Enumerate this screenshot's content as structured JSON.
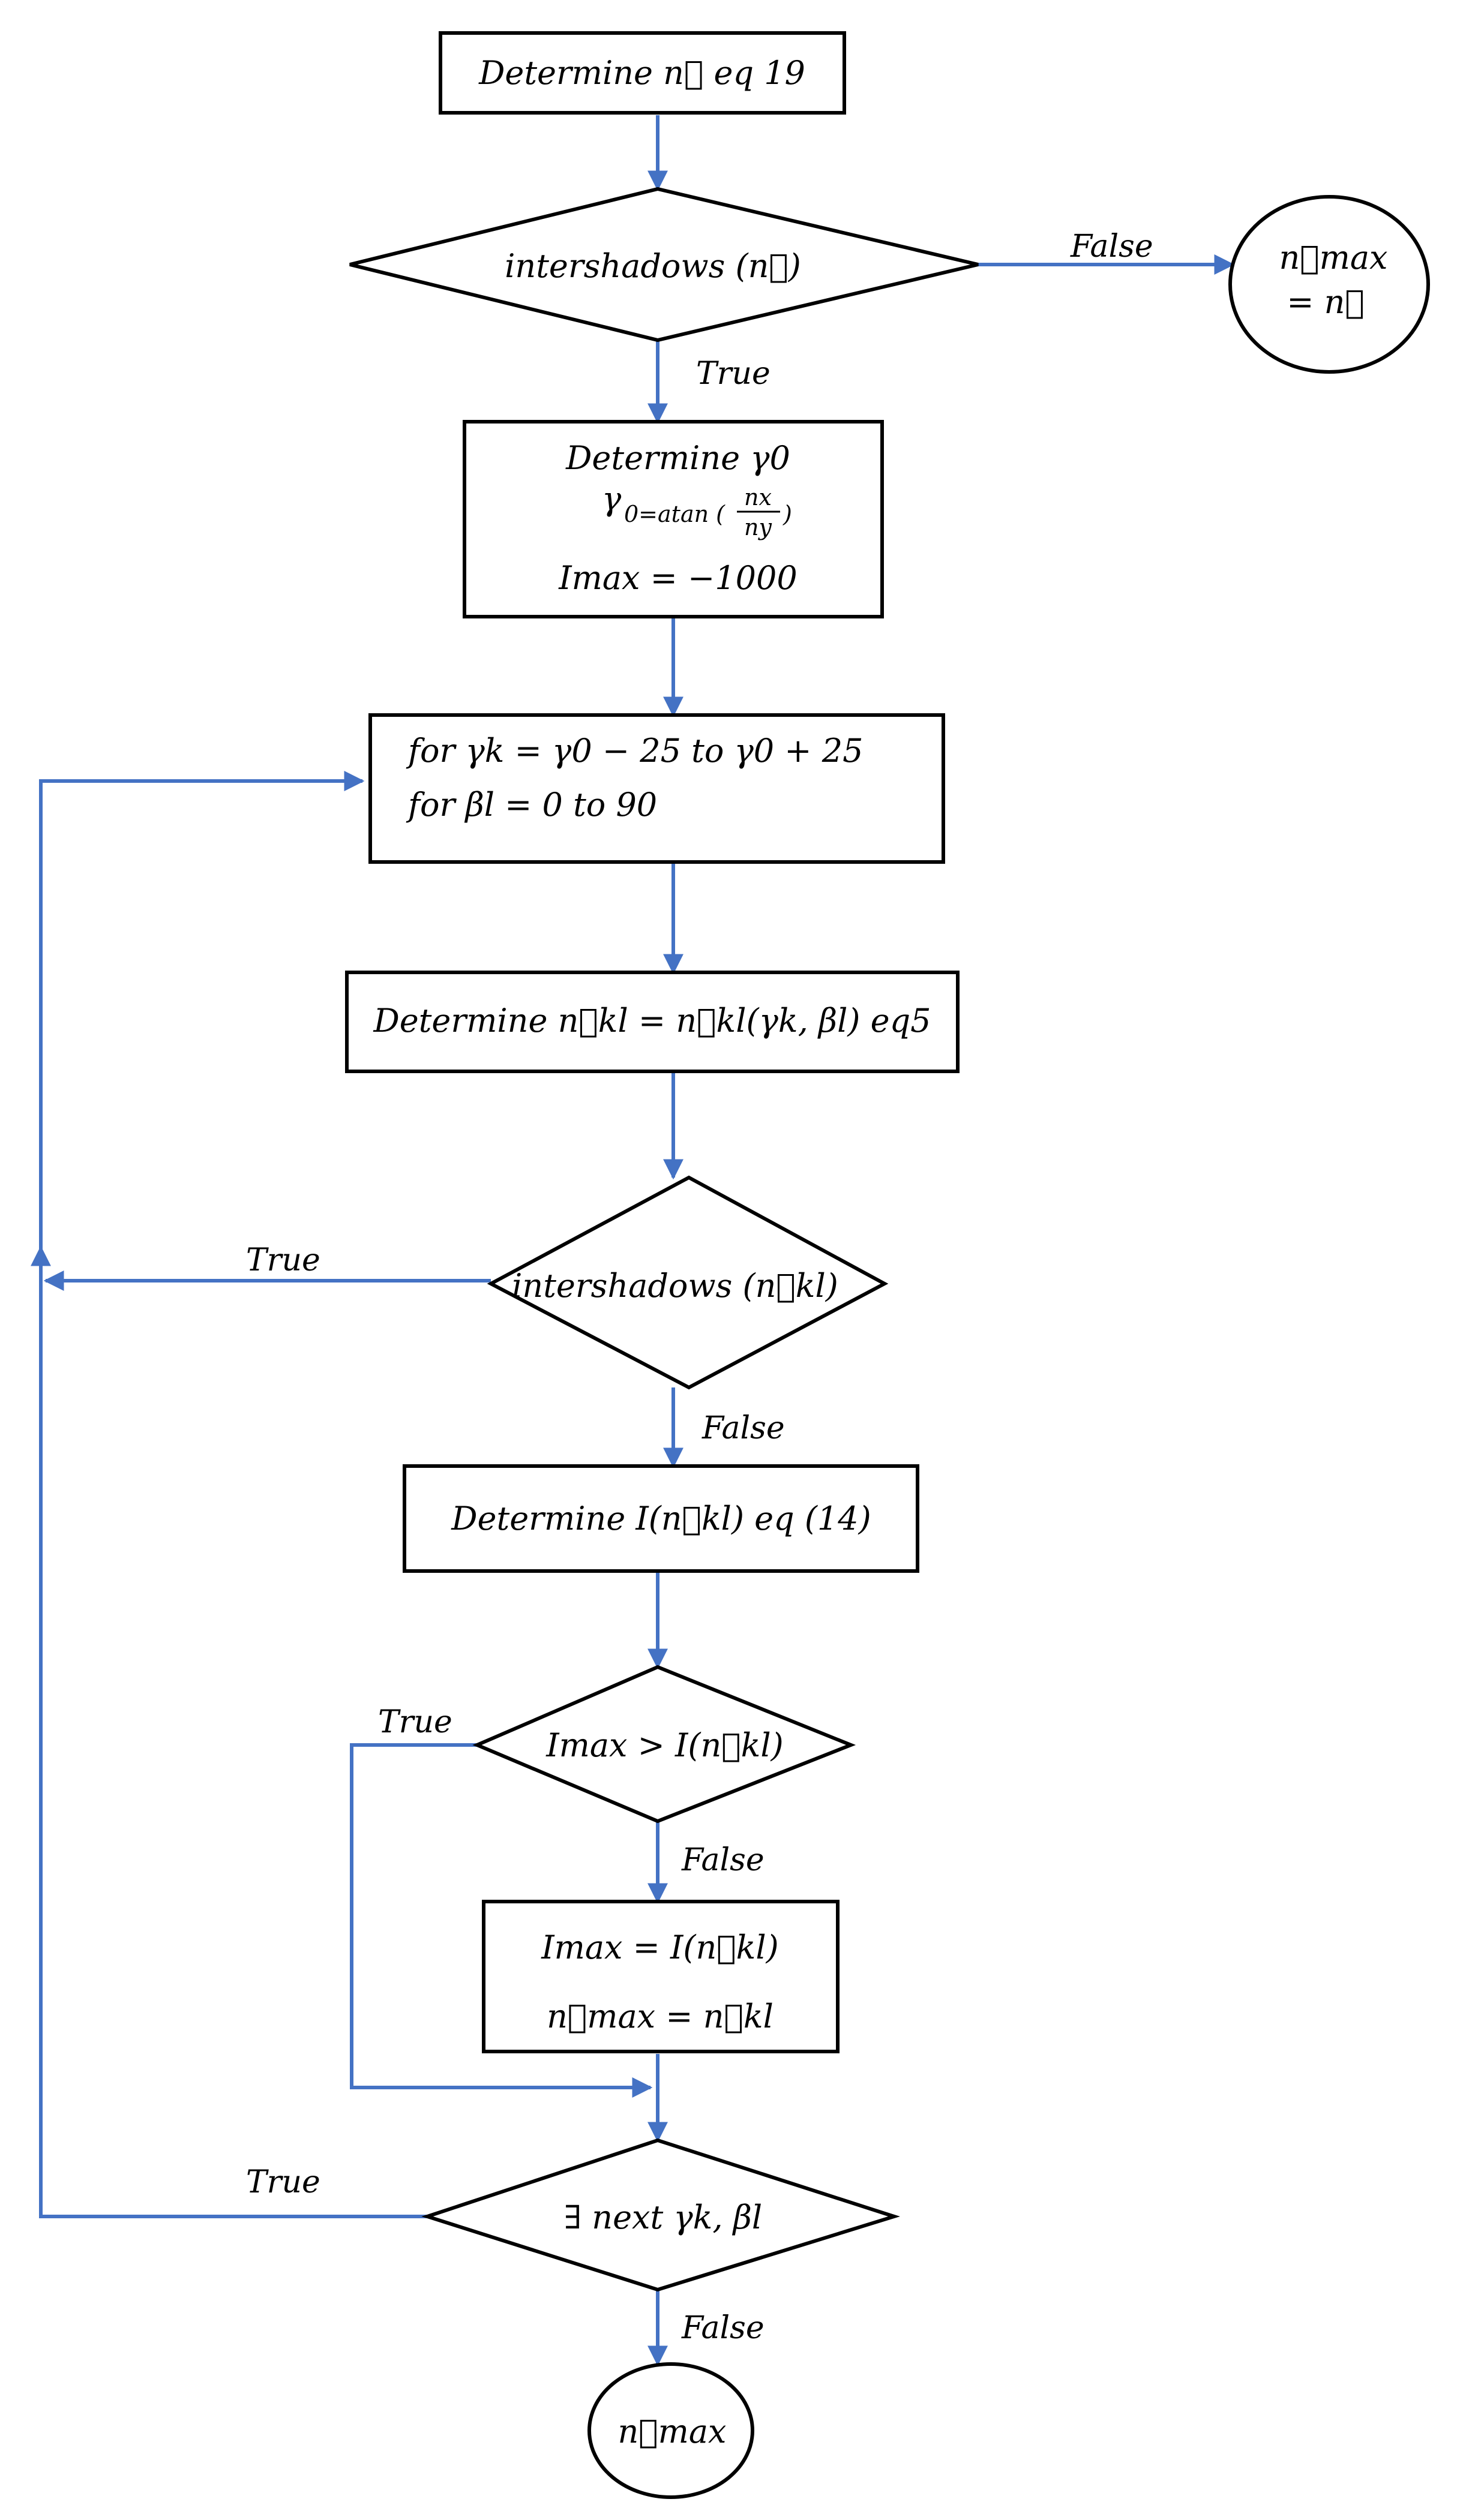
{
  "colors": {
    "arrow": "#4472c4",
    "outline": "#000000",
    "background": "#ffffff"
  },
  "nodes": {
    "determine_n": "Determine n⃗  eq 19",
    "intershadows_n": "intershadows (n⃗)",
    "result_top_1": "n⃗max",
    "result_top_2": "= n⃗",
    "determine_gamma0_line1": "Determine γ0",
    "determine_gamma0_line2_main": "γ",
    "determine_gamma0_line2_sub": "0=atan (",
    "determine_gamma0_frac_num": "nx",
    "determine_gamma0_frac_den": "ny",
    "determine_gamma0_close": ")",
    "determine_gamma0_line3": "Imax = −1000",
    "loop_line1": "for γk = γ0 − 25 to γ0 + 25",
    "loop_line2": "for βl = 0 to 90",
    "determine_nkl": "Determine n⃗kl = n⃗kl(γk, βl) eq5",
    "intershadows_nkl": "intershadows (n⃗kl)",
    "determine_I": "Determine I(n⃗kl) eq (14)",
    "imax_compare": "Imax > I(n⃗kl)",
    "update_line1": "Imax = I(n⃗kl)",
    "update_line2": "n⃗max = n⃗kl",
    "next_check": "∃ next γk, βl",
    "result_final": "n⃗max"
  },
  "edge_labels": {
    "false_1": "False",
    "true_1": "True",
    "true_2": "True",
    "false_2": "False",
    "true_3": "True",
    "false_3": "False",
    "true_4": "True",
    "false_4": "False"
  }
}
